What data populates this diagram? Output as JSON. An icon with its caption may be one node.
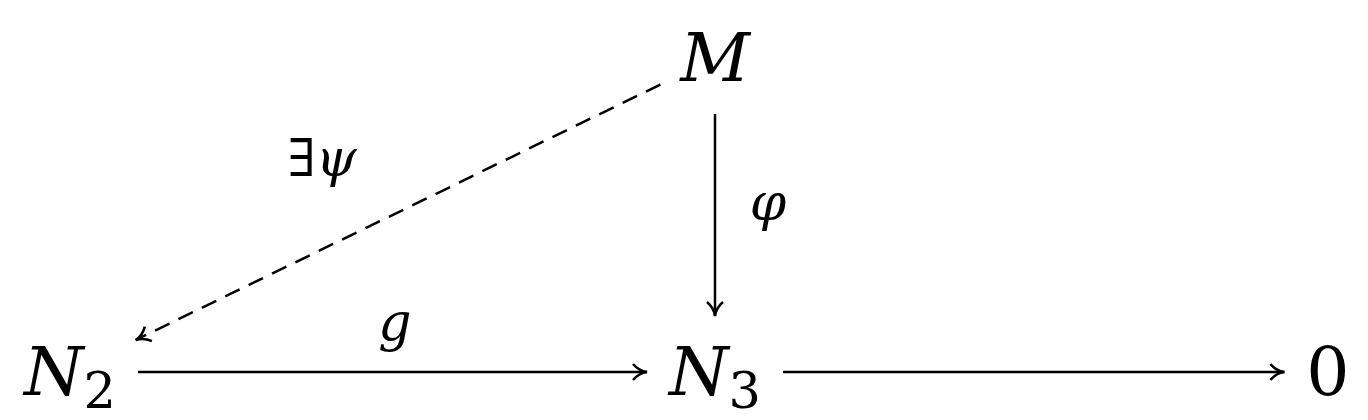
{
  "diagram": {
    "nodes": [
      {
        "text": [
          "M"
        ]
      },
      {
        "text": [
          "*N*$_{2}$"
        ]
      },
      {
        "text": [
          "*N*$_{3}$"
        ]
      },
      {
        "text": [
          "0"
        ]
      }
    ],
    "edges": [
      {
        "from": 0,
        "to": 1,
        "arrow": "to",
        "label": "∃*ψ*",
        "style": "dashed"
      },
      {
        "from": 0,
        "to": 2,
        "arrow": "to",
        "label": "*φ*"
      },
      {
        "from": 1,
        "to": 2,
        "arrow": "to",
        "label": "*g*"
      },
      {
        "from": 2,
        "to": 3,
        "arrow": "to"
      }
    ]
  }
}
